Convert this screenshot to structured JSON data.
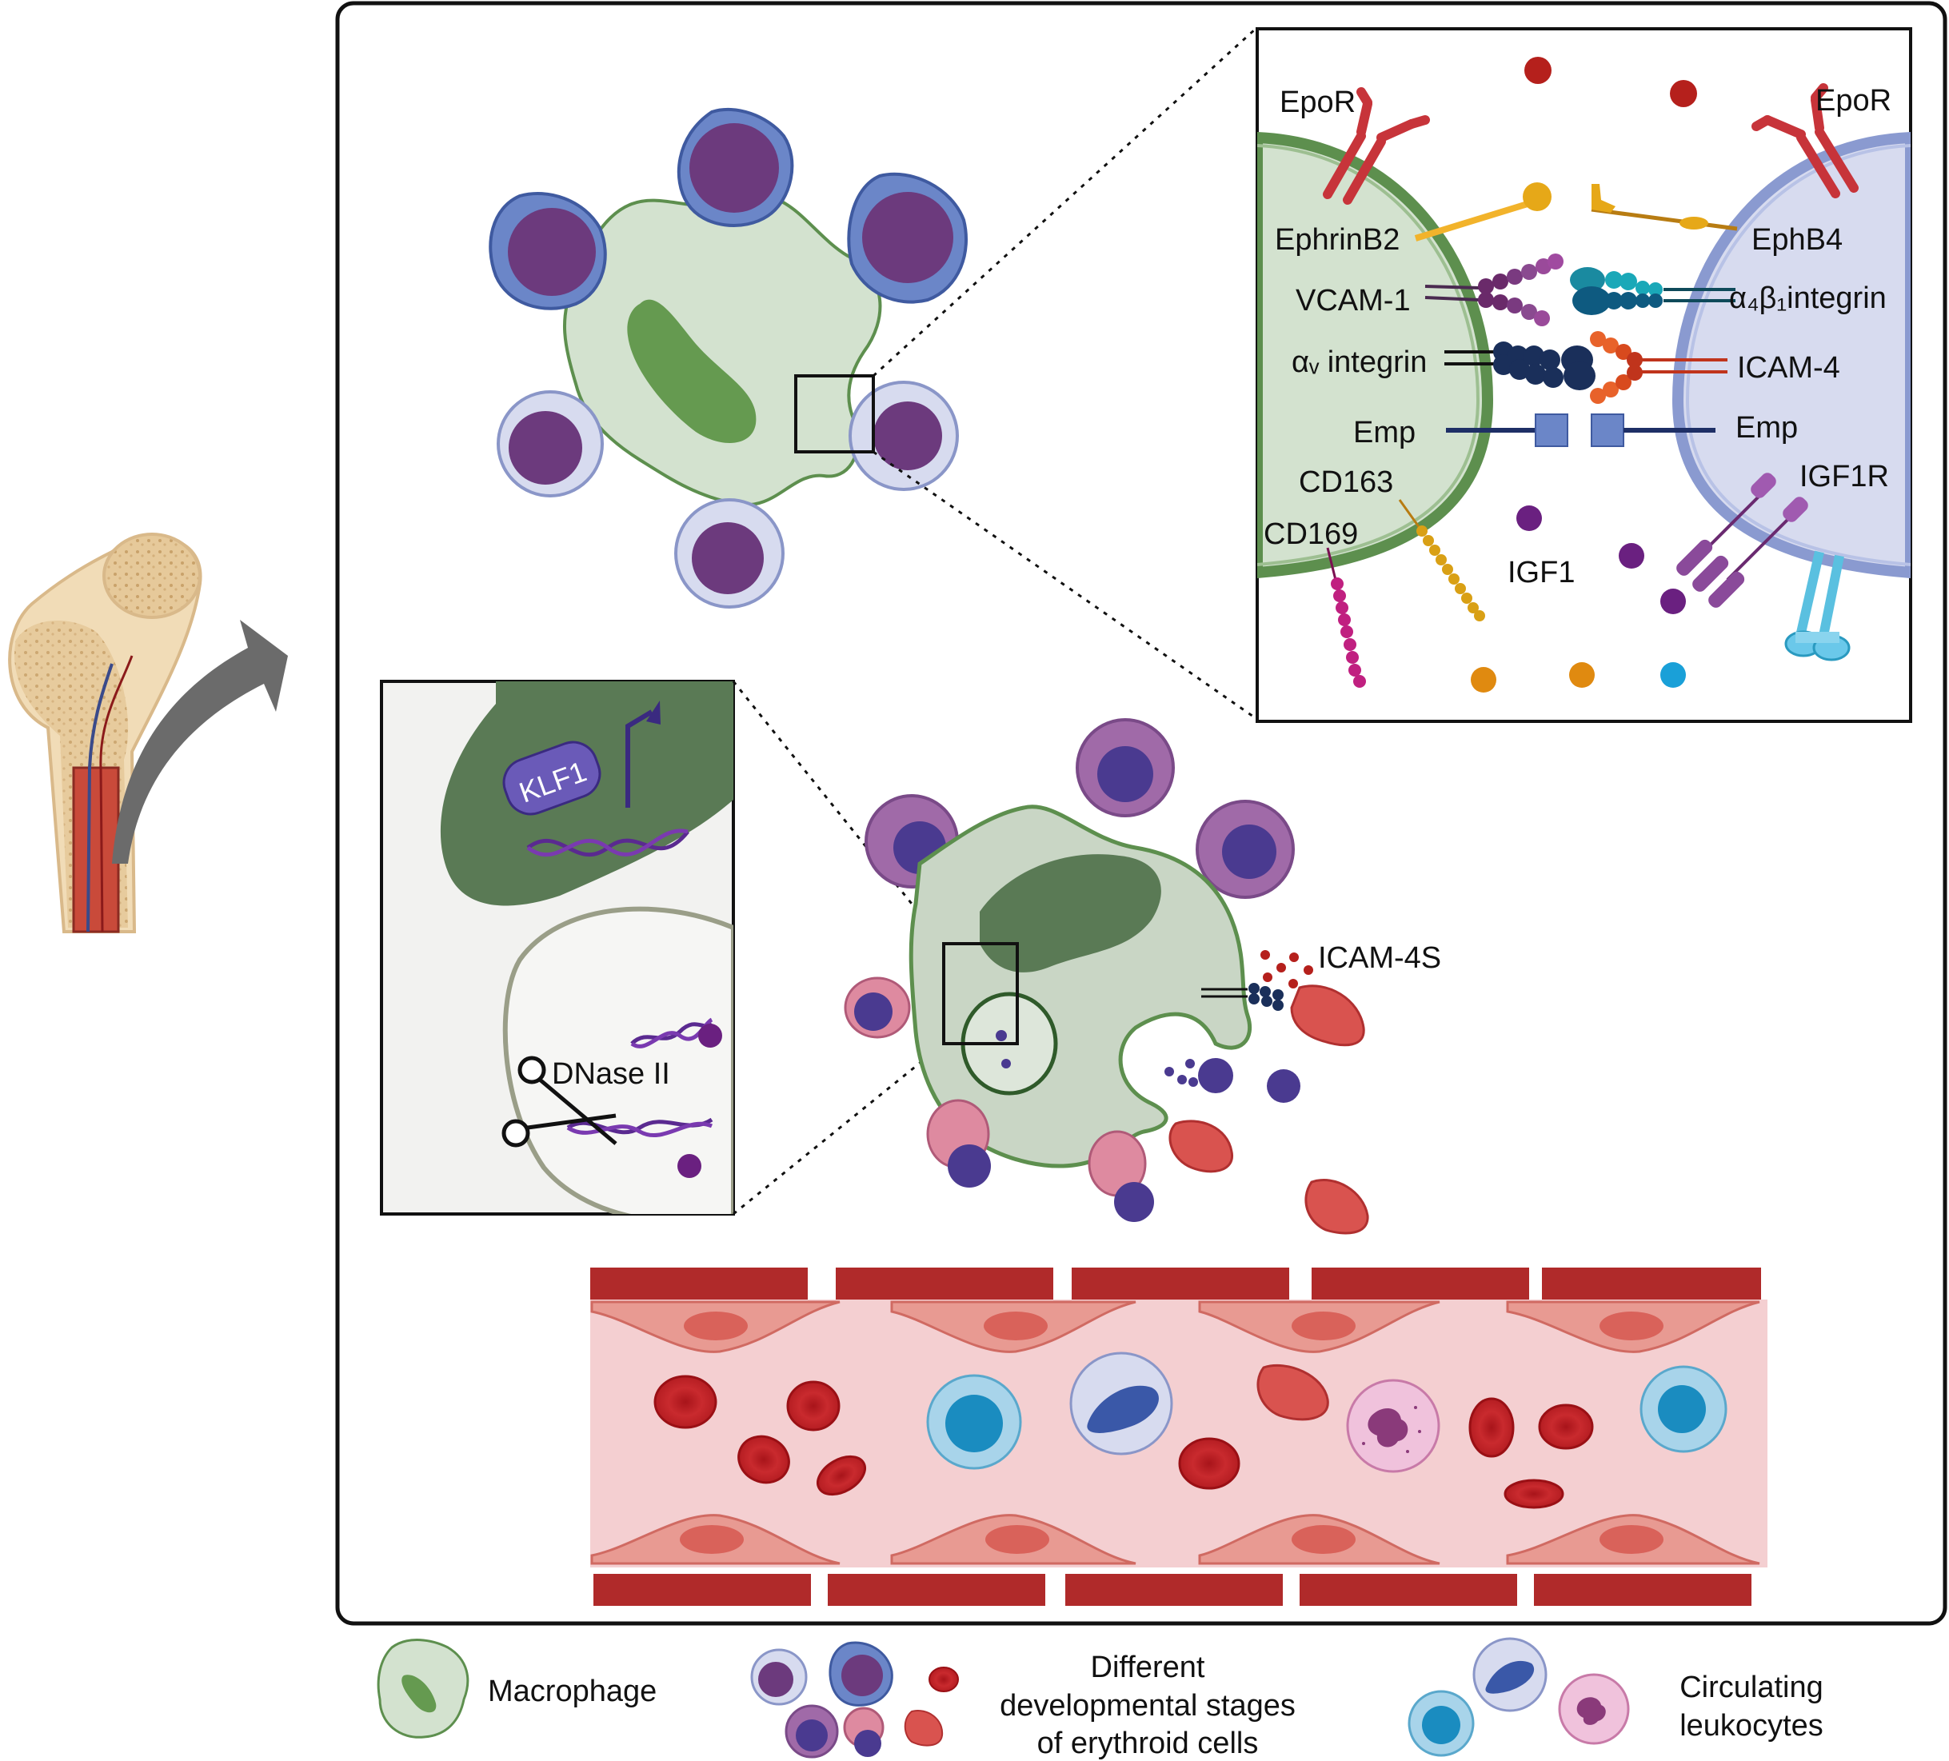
{
  "labels": {
    "epor_left": "EpoR",
    "epor_right": "EpoR",
    "ephrinb2": "EphrinB2",
    "ephb4": "EphB4",
    "vcam1": "VCAM-1",
    "a4b1": "α₄β₁integrin",
    "av_integrin": "αᵥ integrin",
    "icam4": "ICAM-4",
    "emp_left": "Emp",
    "emp_right": "Emp",
    "cd163": "CD163",
    "cd169": "CD169",
    "igf1r": "IGF1R",
    "igf1": "IGF1",
    "klf1": "KLF1",
    "dnase2": "DNase II",
    "icam4s": "ICAM-4S"
  },
  "legend": {
    "macrophage": "Macrophage",
    "erythroid_line1": "Different",
    "erythroid_line2": "developmental stages",
    "erythroid_line3": "of erythroid cells",
    "leukocytes_line1": "Circulating",
    "leukocytes_line2": "leukocytes"
  },
  "colors": {
    "macrophage_fill": "#d3e2cf",
    "macrophage_stroke": "#5d8f4e",
    "macrophage_nucleus": "#659a50",
    "nucleus_dark": "#5a7a55",
    "erythroblast_nucleus": "#6c3a7d",
    "erythroblast_cyto_blue": "#6b86c8",
    "erythroblast_cyto_pale": "#d7dbef",
    "rbc": "#d9534f",
    "rbc_dark": "#b81f24",
    "vessel_wall": "#b02a2a",
    "vessel_lumen": "#f4cfd1",
    "arrow": "#6b6b6b"
  }
}
